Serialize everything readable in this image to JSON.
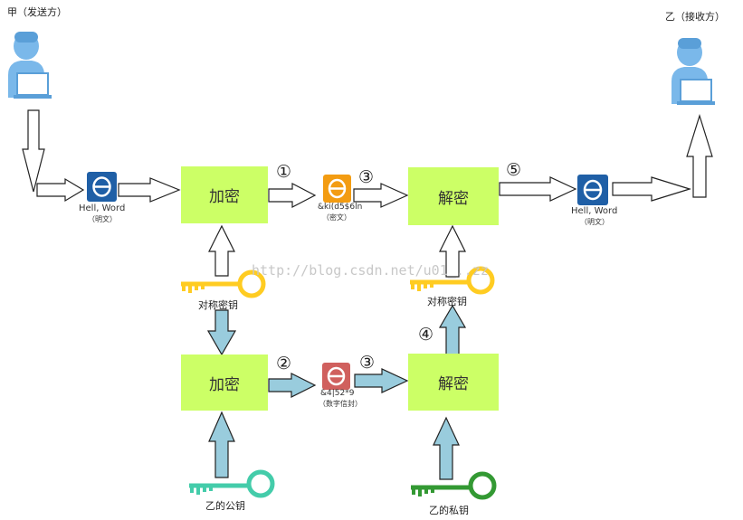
{
  "sender": {
    "label": "甲（发送方）"
  },
  "receiver": {
    "label": "乙（接收方）"
  },
  "boxes": {
    "encrypt_top": "加密",
    "decrypt_top": "解密",
    "encrypt_bottom": "加密",
    "decrypt_bottom": "解密"
  },
  "plaintext_in": {
    "line1": "Hell, Word",
    "line2": "（明文）"
  },
  "ciphertext": {
    "line1": "&ki(d5$6ln",
    "line2": "（密文）"
  },
  "plaintext_out": {
    "line1": "Hell, Word",
    "line2": "（明文）"
  },
  "envelope": {
    "line1": "&4|52*9",
    "line2": "（数字信封）"
  },
  "keys": {
    "sym_left": "对称密钥",
    "sym_right": "对称密钥",
    "pub": "乙的公钥",
    "priv": "乙的私钥"
  },
  "steps": {
    "s1": "①",
    "s2": "②",
    "s3a": "③",
    "s3b": "③",
    "s4": "④",
    "s5": "⑤"
  },
  "watermark": "http://blog.csdn.net/u01_..zz",
  "colors": {
    "box": "#ccff66",
    "doc_blue": "#1f5fa6",
    "doc_orange": "#f39c12",
    "doc_red": "#d0605e",
    "key_yellow": "#ffcc22",
    "key_teal": "#44ccaa",
    "key_green": "#339933",
    "arrow_blue": "#99ccdd",
    "person": "#7ab8ea"
  }
}
